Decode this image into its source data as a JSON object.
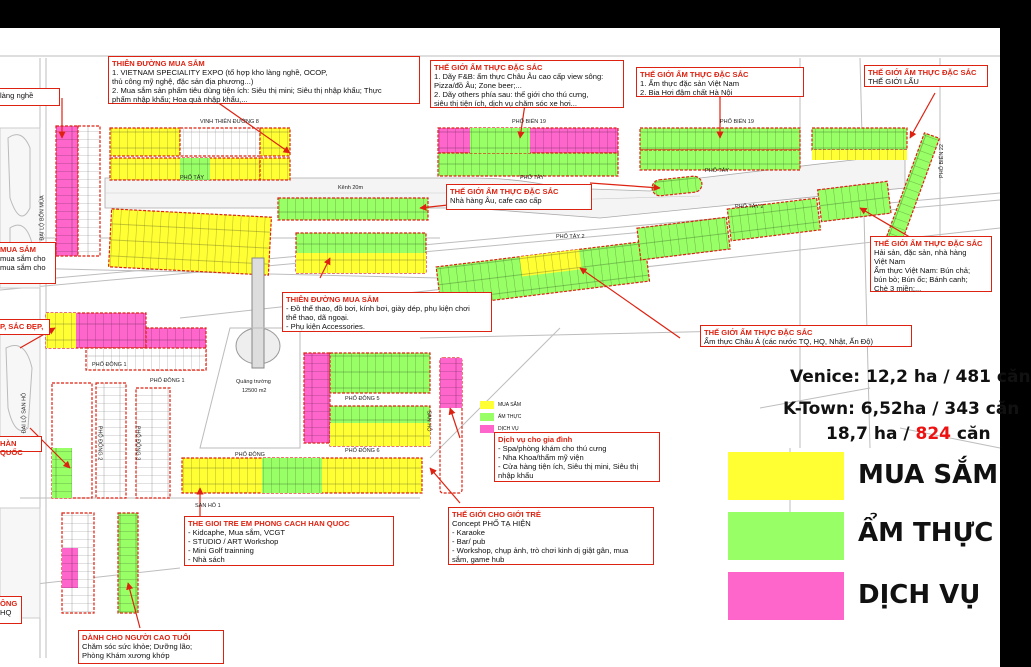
{
  "colors": {
    "shopping": "#ffff33",
    "food": "#99ff66",
    "service": "#ff66cc",
    "callout": "#dd1111",
    "road": "#cfcfcf"
  },
  "legend_big": [
    {
      "key": "shopping",
      "label": "MUA SẮM"
    },
    {
      "key": "food",
      "label": "ẨM THỰC"
    },
    {
      "key": "service",
      "label": "DỊCH VỤ"
    }
  ],
  "legend_small": [
    {
      "key": "shopping",
      "label": "MUA SẮM"
    },
    {
      "key": "food",
      "label": "ẨM THỰC"
    },
    {
      "key": "service",
      "label": "DỊCH VỤ"
    }
  ],
  "stats": {
    "venice": "Venice: 12,2 ha / 481 căn",
    "ktown": "K-Town: 6,52ha / 343 căn",
    "total_prefix": "18,7 ha / ",
    "total_highlight": "824",
    "total_suffix": " căn"
  },
  "roads": {
    "vinh_thien_duong": "VINH THIÊN ĐƯỜNG 8",
    "pho_bien_19a": "PHỐ BIỂN 19",
    "pho_bien_19b": "PHỐ BIỂN 19",
    "pho_tay_a": "PHỐ TÂY",
    "pho_tay_b": "PHỐ TÂY",
    "pho_tay_c": "PHỐ TÂY",
    "pho_tay_2": "PHỐ TÂY 2",
    "pho_tay_2b": "PHỐ TÂY 2",
    "kenh": "Kênh 20m",
    "pho_dong_1": "PHỐ ĐÔNG 1",
    "pho_dong_1b": "PHỐ ĐÔNG 1",
    "pho_dong_2": "PHỐ ĐÔNG 2",
    "pho_dong_3": "PHỐ ĐÔNG 3",
    "pho_dong_5": "PHỐ ĐÔNG 5",
    "pho_dong_6": "PHỐ ĐÔNG 6",
    "pho_dong": "PHỐ ĐÔNG",
    "san_ho_1": "SAN HÔ 1",
    "san_ho": "SAN HÔ",
    "quang_truong": "Quảng trường",
    "quang_truong_area": "12500 m2",
    "dai_lo_san_ho": "ĐẠI LỘ SAN HÔ",
    "dai_lo_bon_mua": "ĐẠI LỘ BỐN MÙA",
    "pho_bien_22": "PHỐ BIỂN 22"
  },
  "callouts": {
    "c1": {
      "title": "THIÊN ĐƯỜNG MUA SẮM",
      "lines": [
        "1. VIETNAM SPECIALITY EXPO (tổ hợp kho làng nghề, OCOP,",
        "thủ công mỹ nghệ, đặc sản địa phương...)",
        "2. Mua sắm sản phẩm tiêu dùng tiện ích: Siêu thị mini; Siêu thị nhập khẩu; Thực",
        "phẩm nhập khẩu; Hoa quả nhập khẩu,..."
      ]
    },
    "c2": {
      "title": "THẾ GIỚI ẨM THỰC ĐẶC SẮC",
      "lines": [
        "1. Dãy F&B: ẩm thực Châu Âu cao cấp view sông:",
        "Pizza/đồ Âu; Zone beer;...",
        "2. Dãy others phía sau: thế giới cho thú cưng,",
        "siêu thị tiện ích, dịch vụ chăm sóc xe hơi..."
      ]
    },
    "c3": {
      "title": "THẾ GIỚI ẨM THỰC ĐẶC SẮC",
      "lines": [
        "1. Ẩm thực đặc sản Việt Nam",
        "2. Bia Hơi đậm chất Hà Nội"
      ]
    },
    "c4": {
      "title": "THẾ GIỚI ẨM THỰC ĐẶC SẮC",
      "lines": [
        "THẾ GIỚI LẨU"
      ]
    },
    "c5": {
      "title": "THẾ GIỚI ẨM THỰC ĐẶC SẮC",
      "lines": [
        "Nhà hàng Âu, cafe cao cấp"
      ]
    },
    "c6": {
      "title": "THẾ GIỚI ẨM THỰC ĐẶC SẮC",
      "lines": [
        "Hải sản, đặc sản, nhà hàng",
        "Việt Nam",
        "Ẩm thực Việt Nam: Bún chả;",
        "bún bò; Bún ốc; Bánh canh;",
        "Chè 3 miền;..."
      ]
    },
    "c7": {
      "title": "THIÊN ĐƯỜNG MUA SẮM",
      "lines": [
        "- Đồ thể thao, đồ bơi, kính bơi, giày dép, phụ kiện chơi",
        "thể thao, dã ngoại.",
        "- Phụ kiện Accessories."
      ]
    },
    "c8": {
      "title": "THẾ GIỚI ẨM THỰC ĐẶC SẮC",
      "lines": [
        "Ẩm thực Châu Á (các nước TQ, HQ, Nhật, Ấn Độ)"
      ]
    },
    "c9": {
      "title": "Dịch vụ cho gia đình",
      "lines": [
        "- Spa/phòng khám cho thú cưng",
        "- Nha Khoa/thẩm mỹ viện",
        "- Cửa hàng tiện ích, Siêu thị mini, Siêu thị",
        "nhập khẩu"
      ]
    },
    "c10": {
      "title": "THẾ GIỚI CHO GIỚI TRẺ",
      "lines": [
        "Concept PHỐ TẠ HIỆN",
        "- Karaoke",
        "- Bar/ pub",
        "- Workshop, chụp ảnh, trò chơi kinh dị giật gân, mua",
        "sắm, game hub"
      ]
    },
    "c11": {
      "title": "THE GIOI TRE EM PHONG CACH HAN QUOC",
      "lines": [
        "- Kidcaphe, Mua sắm, VCGT",
        "- STUDIO / ART Workshop",
        "- Mini Golf trainning",
        "- Nhà sách"
      ]
    },
    "c12": {
      "title": "DÀNH CHO NGƯỜI CAO TUỔI",
      "lines": [
        "Chăm sóc sức khỏe; Dưỡng lão;",
        "Phòng Khám xương khớp"
      ]
    },
    "cl1": {
      "title": "",
      "lines": [
        "làng nghề"
      ]
    },
    "cl2": {
      "title": "MUA SẮM",
      "lines": [
        "mua sắm cho",
        "",
        "mua sắm cho"
      ]
    },
    "cl3": {
      "title": "P, SẮC ĐẸP,",
      "lines": []
    },
    "cl4": {
      "title": "HÀN QUỐC",
      "lines": []
    },
    "cl5": {
      "title": "ÔNG",
      "lines": [
        "HQ"
      ]
    }
  }
}
